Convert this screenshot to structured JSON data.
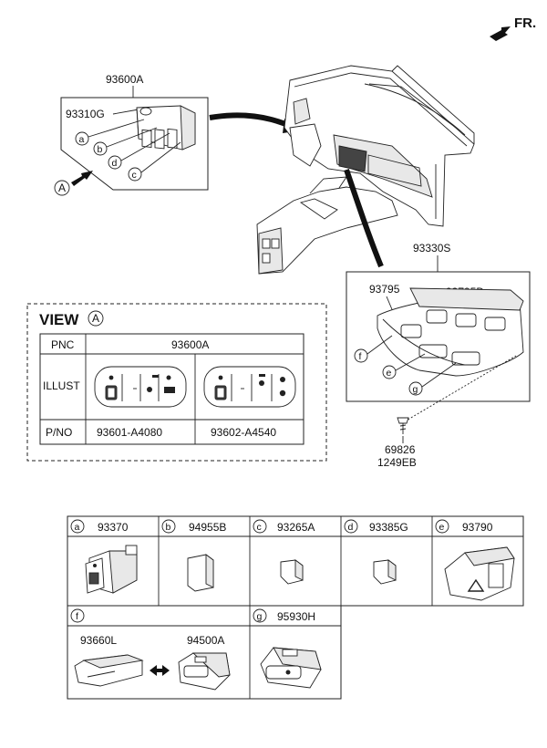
{
  "header": {
    "direction": "FR."
  },
  "assembly": {
    "main_switch": "93600A",
    "switch_part": "93310G",
    "view_ref": "A",
    "callouts": [
      "a",
      "b",
      "c",
      "d"
    ],
    "panel_assembly": "93330S",
    "panel_left": "93795",
    "panel_right": "93795D",
    "panel_callouts": [
      "e",
      "f",
      "g"
    ],
    "screw_part_1": "69826",
    "screw_part_2": "1249EB"
  },
  "view_table": {
    "title": "VIEW",
    "ref": "A",
    "pnc_label": "PNC",
    "pnc_value": "93600A",
    "illust_label": "ILLUST",
    "pno_label": "P/NO",
    "pno_values": [
      "93601-A4080",
      "93602-A4540"
    ]
  },
  "parts_table": {
    "row1": [
      {
        "letter": "a",
        "part": "93370"
      },
      {
        "letter": "b",
        "part": "94955B"
      },
      {
        "letter": "c",
        "part": "93265A"
      },
      {
        "letter": "d",
        "part": "93385G"
      },
      {
        "letter": "e",
        "part": "93790"
      }
    ],
    "row2": [
      {
        "letter": "f",
        "parts": [
          "93660L",
          "94500A"
        ]
      },
      {
        "letter": "g",
        "part": "95930H"
      }
    ]
  }
}
